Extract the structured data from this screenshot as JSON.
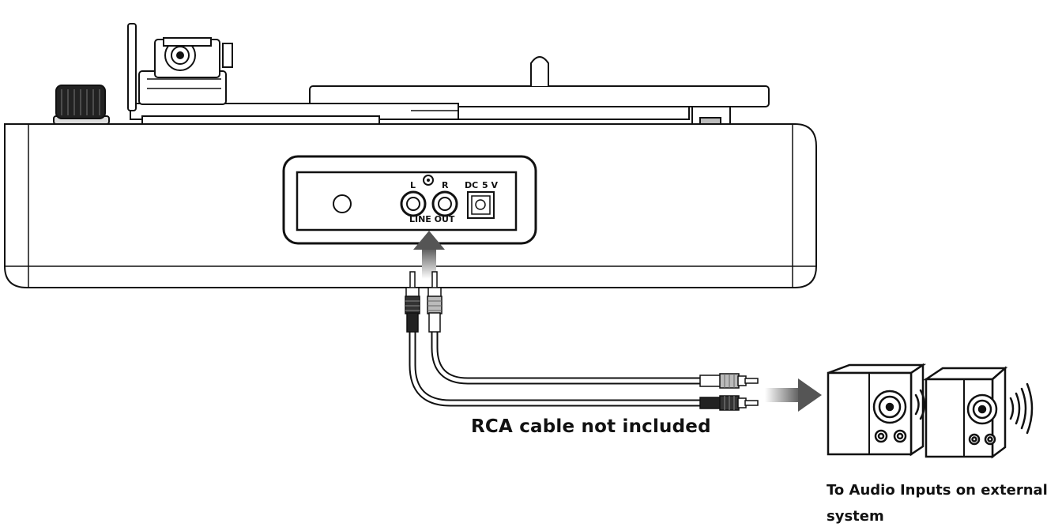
{
  "panel": {
    "jack_left": "L",
    "jack_right": "R",
    "line_out": "LINE OUT",
    "dc_label": "DC",
    "dc_voltage": "5 V"
  },
  "captions": {
    "cable_note": "RCA cable not included",
    "destination_line1": "To Audio Inputs on external",
    "destination_line2": "system"
  },
  "icons": [
    "turntable-icon",
    "tonearm-icon",
    "volume-knob-icon",
    "rca-plug-icon",
    "speaker-icon",
    "sound-wave-icon",
    "arrow-up-icon",
    "arrow-right-icon"
  ]
}
